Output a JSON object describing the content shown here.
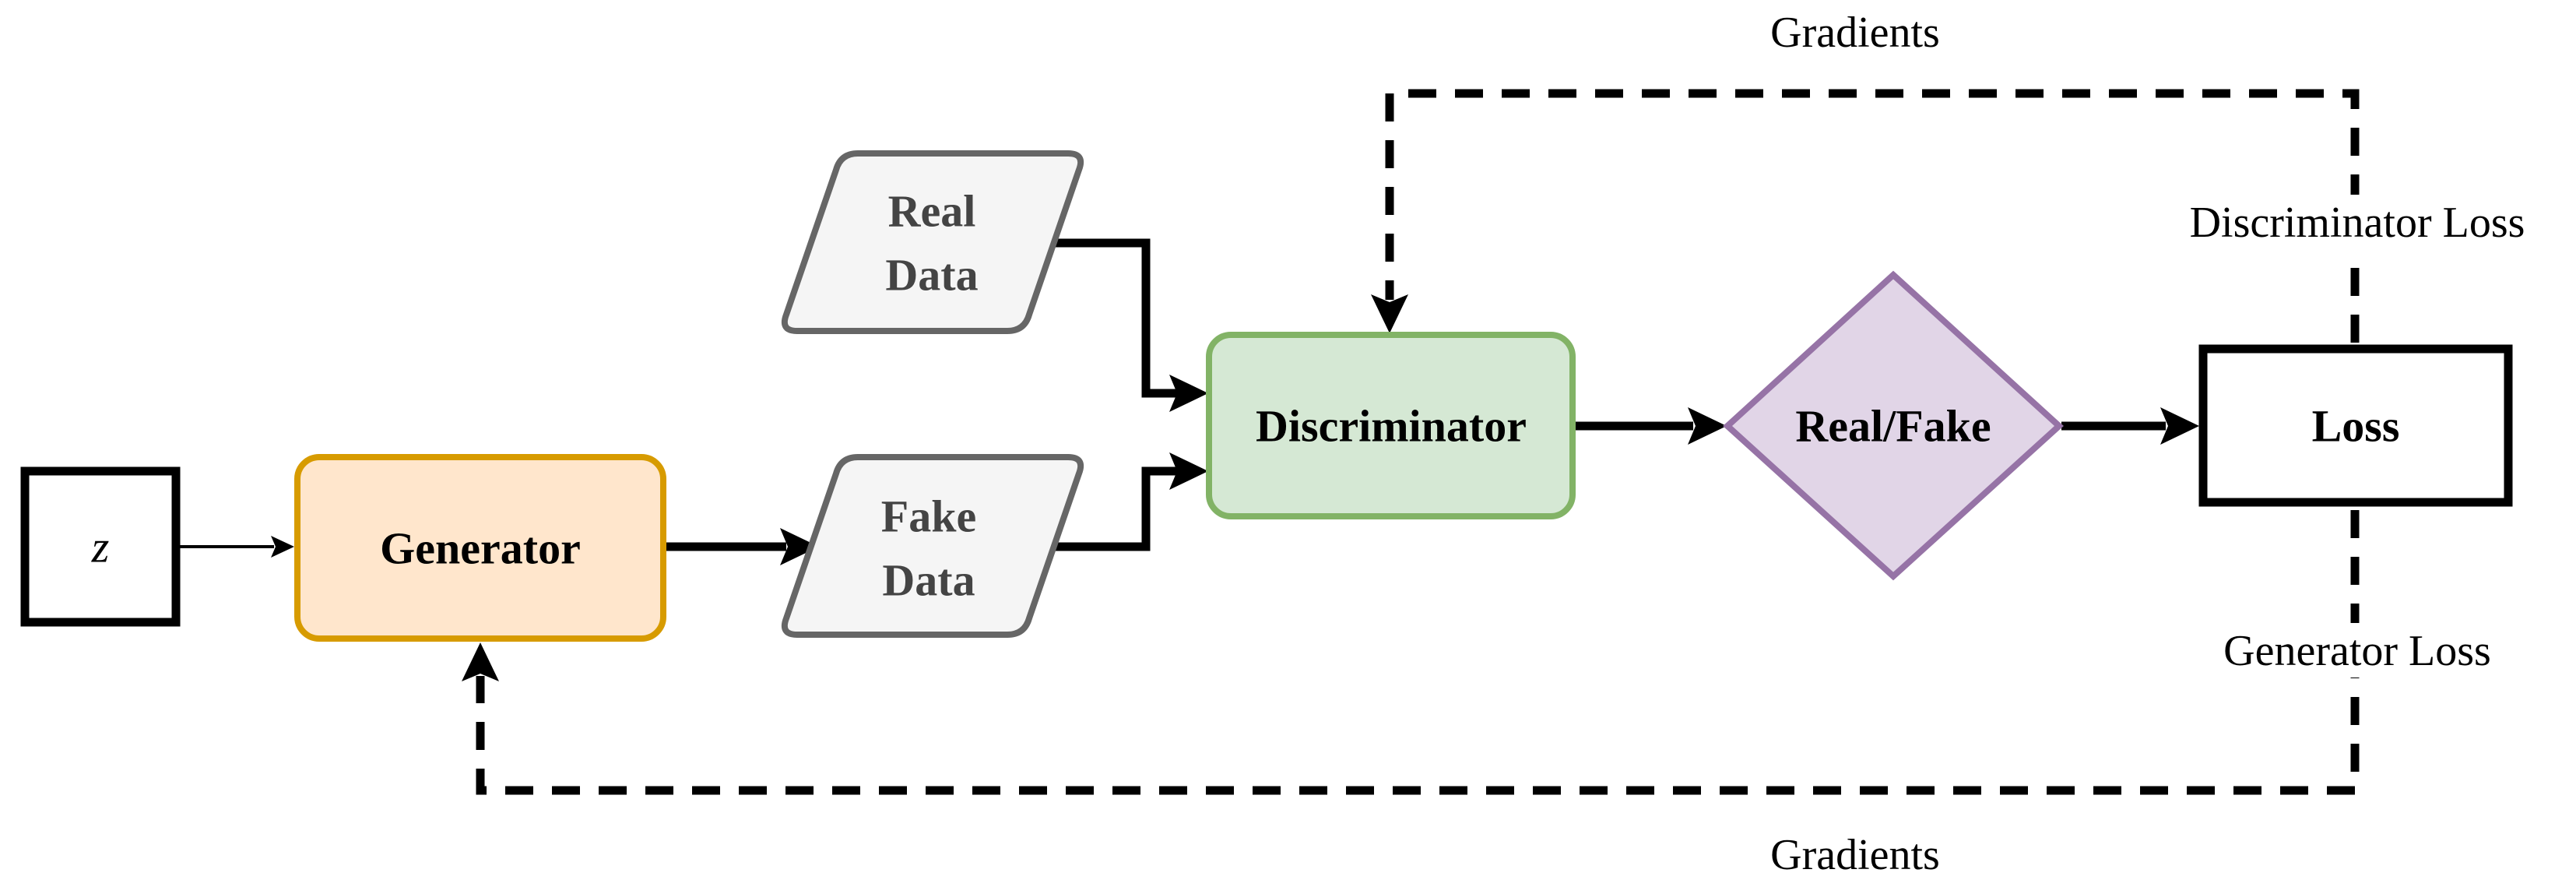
{
  "diagram": {
    "nodes": {
      "z": {
        "label": "z"
      },
      "generator": {
        "label": "Generator",
        "fill": "#FFE6CC",
        "stroke": "#D79B00"
      },
      "real_data": {
        "line1": "Real",
        "line2": "Data",
        "fill": "#F5F5F5",
        "stroke": "#666666"
      },
      "fake_data": {
        "line1": "Fake",
        "line2": "Data",
        "fill": "#F5F5F5",
        "stroke": "#666666"
      },
      "discriminator": {
        "label": "Discriminator",
        "fill": "#D5E8D4",
        "stroke": "#82B366"
      },
      "real_fake": {
        "label": "Real/Fake",
        "fill": "#E1D5E7",
        "stroke": "#9673A6"
      },
      "loss": {
        "label": "Loss"
      }
    },
    "annotations": {
      "gradients_top": "Gradients",
      "gradients_bottom": "Gradients",
      "discriminator_loss": "Discriminator Loss",
      "generator_loss": "Generator Loss"
    }
  }
}
